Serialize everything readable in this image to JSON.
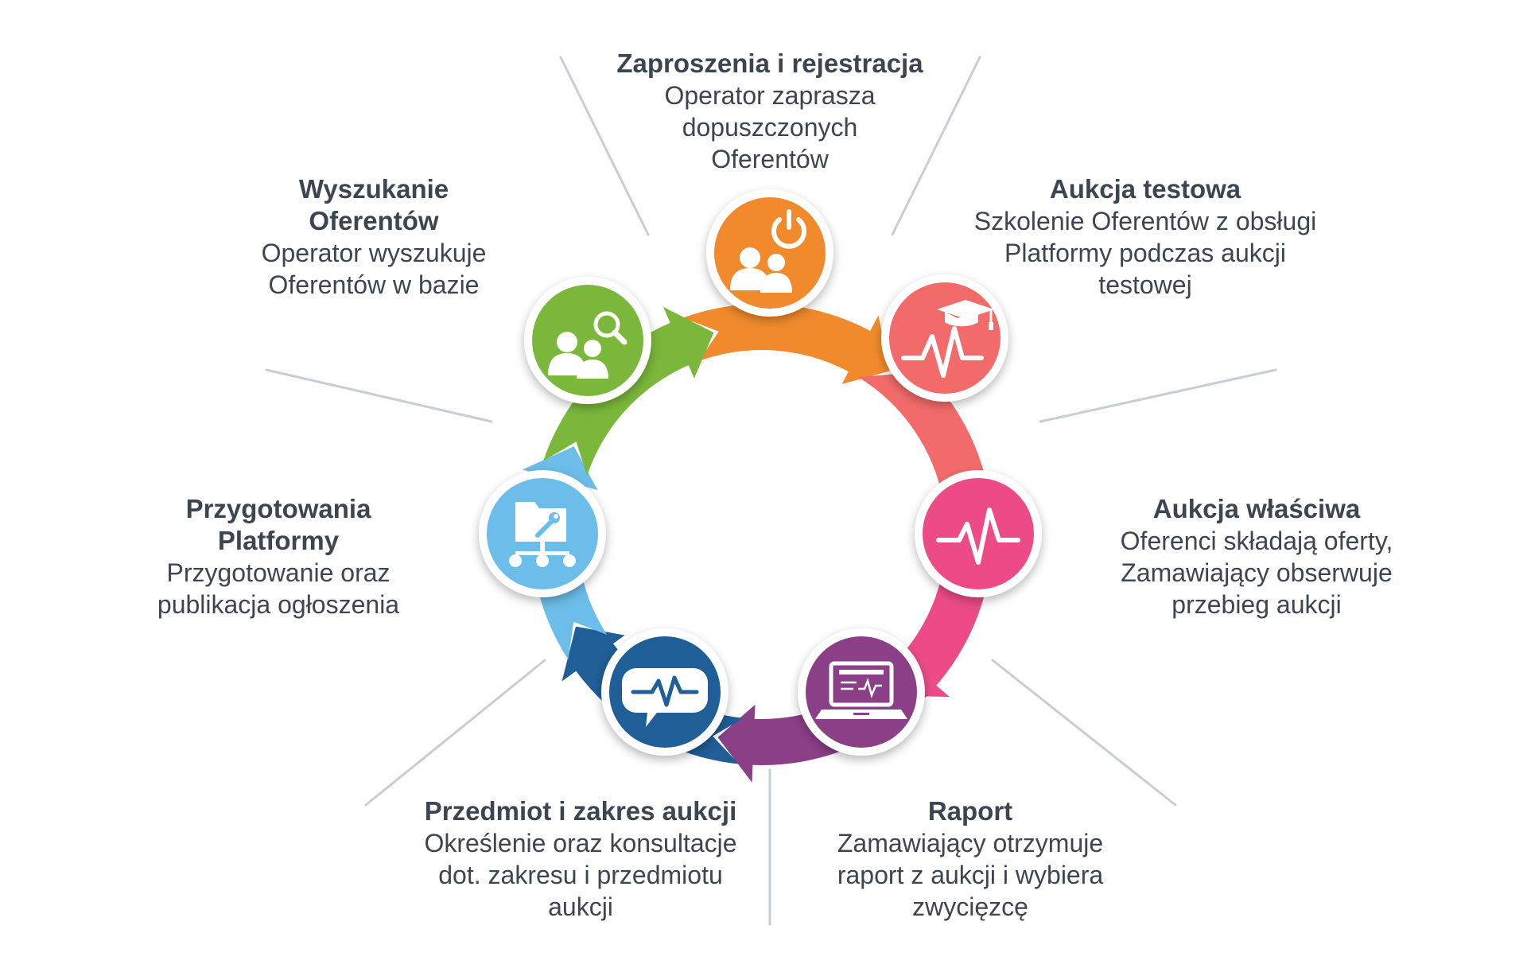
{
  "steps": [
    {
      "id": "zaproszenia",
      "title": "Zaproszenia i rejestracja",
      "description": "Operator zaprasza dopuszczonych Oferentów",
      "color": "#f18a2c",
      "icon": "users-power-icon"
    },
    {
      "id": "aukcja-testowa",
      "title": "Aukcja testowa",
      "description": "Szkolenie Oferentów z obsługi Platformy podczas aukcji testowej",
      "color": "#f26b6a",
      "icon": "graduation-pulse-icon"
    },
    {
      "id": "aukcja-wlasciwa",
      "title": "Aukcja właściwa",
      "description": "Oferenci składają oferty, Zamawiający obserwuje przebieg aukcji",
      "color": "#ec4b87",
      "icon": "pulse-icon"
    },
    {
      "id": "raport",
      "title": "Raport",
      "description": "Zamawiający otrzymuje raport z aukcji i wybiera zwycięzcę",
      "color": "#8a3f87",
      "icon": "laptop-report-icon"
    },
    {
      "id": "przedmiot",
      "title": "Przedmiot i zakres aukcji",
      "description": "Określenie oraz konsultacje dot. zakresu i przedmiotu aukcji",
      "color": "#1f5e97",
      "icon": "chat-pulse-icon"
    },
    {
      "id": "przygotowania",
      "title": "Przygotowania Platformy",
      "description": "Przygotowanie oraz publikacja ogłoszenia",
      "color": "#6cbdea",
      "icon": "folder-wrench-icon"
    },
    {
      "id": "wyszukanie",
      "title": "Wyszukanie Oferentów",
      "description": "Operator wyszukuje Oferentów w bazie",
      "color": "#7ab73a",
      "icon": "users-search-icon"
    }
  ]
}
